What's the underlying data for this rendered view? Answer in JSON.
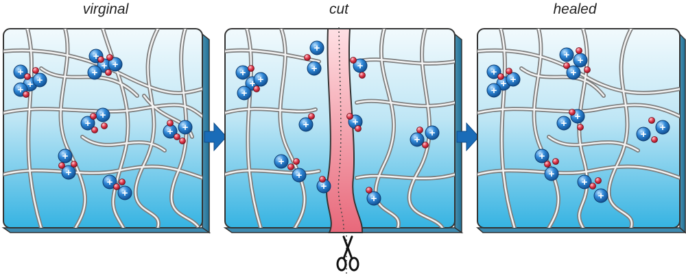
{
  "labels": {
    "virginal": "virginal",
    "cut": "cut",
    "healed": "healed"
  },
  "icons": {
    "cation_symbol": "+",
    "arrow": "right-arrow-icon",
    "scissors": "scissors-icon"
  },
  "colors": {
    "panel_top": "#e8f6fc",
    "panel_bottom": "#38b6e3",
    "panel_border": "#3a3a3a",
    "fiber": "#8c8c8c",
    "cation": "#1f74c4",
    "anion": "#d8283c",
    "cut_gap": "#f08a98",
    "arrow": "#1a6cb8"
  }
}
